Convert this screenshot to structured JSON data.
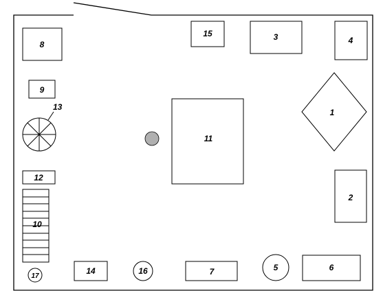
{
  "plan": {
    "labels": {
      "item_1": "1",
      "item_2": "2",
      "item_3": "3",
      "item_4": "4",
      "item_5": "5",
      "item_6": "6",
      "item_7": "7",
      "item_8": "8",
      "item_9": "9",
      "item_10": "10",
      "item_11": "11",
      "item_12": "12",
      "item_13": "13",
      "item_14": "14",
      "item_15": "15",
      "item_16": "16",
      "item_17": "17"
    },
    "colors": {
      "stroke": "#000000",
      "fill": "#ffffff",
      "marker": "#b0b0b0"
    }
  }
}
